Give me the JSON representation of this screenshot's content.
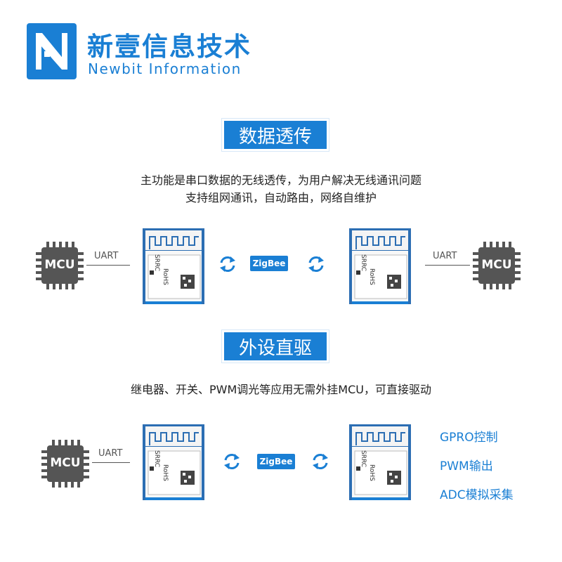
{
  "brand": {
    "name_cn": "新壹信息技术",
    "name_en": "Newbit Information",
    "color": "#1a7fd4"
  },
  "section_transparent": {
    "title": "数据透传",
    "desc_line1": "主功能是串口数据的无线透传，为用户解决无线通讯问题",
    "desc_line2": "支持组网通讯，自动路由，网络自维护"
  },
  "section_direct": {
    "title": "外设直驱",
    "desc_line1": "继电器、开关、PWM调光等应用无需外挂MCU，可直接驱动",
    "features": [
      "GPRO控制",
      "PWM输出",
      "ADC模拟采集"
    ]
  },
  "labels": {
    "mcu": "MCU",
    "uart": "UART",
    "zigbee": "ZigBee",
    "module_text1": "SRRC",
    "module_text2": "RoHS"
  },
  "icons": {
    "mcu": "chip-icon",
    "swap": "swap-arrows-icon",
    "module": "zigbee-module-icon"
  }
}
